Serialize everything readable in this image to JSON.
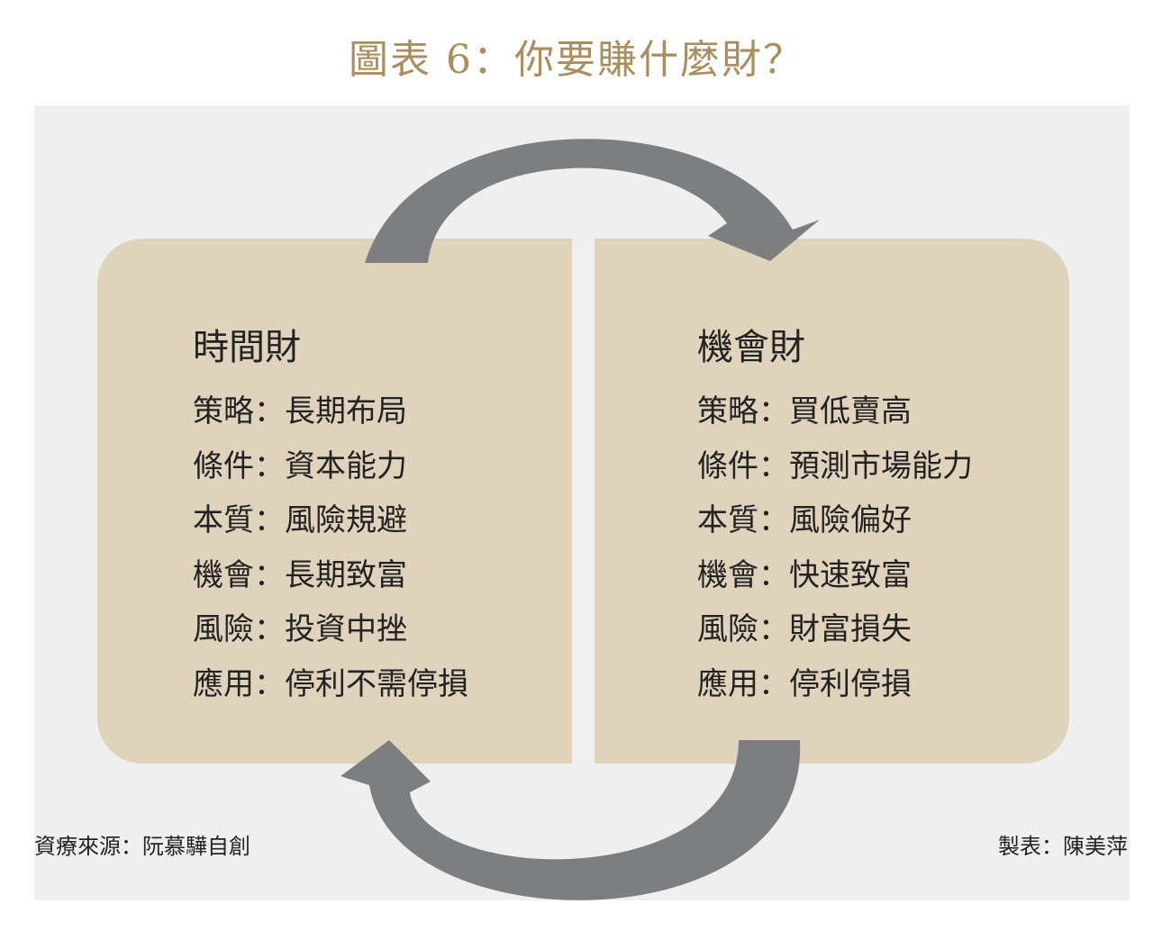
{
  "title": "圖表 6：你要賺什麼財？",
  "left_box": {
    "heading": "時間財",
    "rows": [
      {
        "label": "策略",
        "value": "長期布局"
      },
      {
        "label": "條件",
        "value": "資本能力"
      },
      {
        "label": "本質",
        "value": "風險規避"
      },
      {
        "label": "機會",
        "value": "長期致富"
      },
      {
        "label": "風險",
        "value": "投資中挫"
      },
      {
        "label": "應用",
        "value": "停利不需停損"
      }
    ]
  },
  "right_box": {
    "heading": "機會財",
    "rows": [
      {
        "label": "策略",
        "value": "買低賣高"
      },
      {
        "label": "條件",
        "value": "預測市場能力"
      },
      {
        "label": "本質",
        "value": "風險偏好"
      },
      {
        "label": "機會",
        "value": "快速致富"
      },
      {
        "label": "風險",
        "value": "財富損失"
      },
      {
        "label": "應用",
        "value": "停利停損"
      }
    ]
  },
  "separator": "：",
  "source_note": "資療來源：阮慕驊自創",
  "maker_note": "製表：陳美萍",
  "colors": {
    "title": "#a98e5e",
    "box_fill": "#e0d3bc",
    "panel_bg": "#efefef",
    "arrow": "#7d7e80"
  }
}
